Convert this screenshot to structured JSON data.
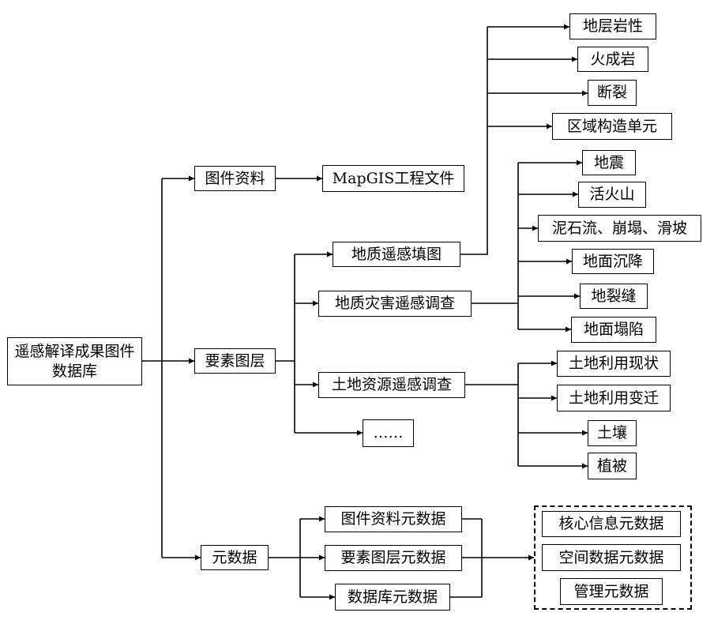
{
  "root": "遥感解译成果图件数据库",
  "level1": {
    "figures": "图件资料",
    "layers": "要素图层",
    "metadata": "元数据"
  },
  "mapgis": "MapGIS工程文件",
  "layers_children": {
    "geo_mapping": "地质遥感填图",
    "hazard_survey": "地质灾害遥感调查",
    "land_survey": "土地资源遥感调查",
    "ellipsis": "……"
  },
  "geo_mapping_children": [
    "地层岩性",
    "火成岩",
    "断裂",
    "区域构造单元"
  ],
  "hazard_children": [
    "地震",
    "活火山",
    "泥石流、崩塌、滑坡",
    "地面沉降",
    "地裂缝",
    "地面塌陷"
  ],
  "land_children": [
    "土地利用现状",
    "土地利用变迁",
    "土壤",
    "植被"
  ],
  "metadata_children": [
    "图件资料元数据",
    "要素图层元数据",
    "数据库元数据"
  ],
  "metadata_group": [
    "核心信息元数据",
    "空间数据元数据",
    "管理元数据"
  ]
}
